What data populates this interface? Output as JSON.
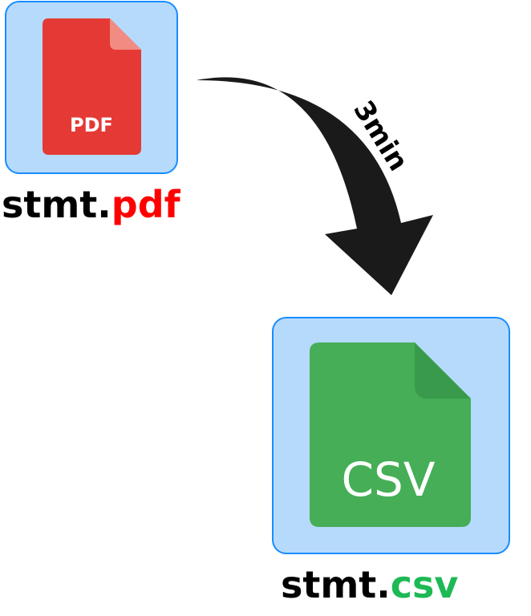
{
  "source": {
    "icon_label": "PDF",
    "name": "stmt.",
    "ext": "pdf",
    "ext_color": "#ff0000"
  },
  "target": {
    "icon_label": "CSV",
    "name": "stmt.",
    "ext": "csv",
    "ext_color": "#1db954"
  },
  "arrow": {
    "label": "3min"
  }
}
